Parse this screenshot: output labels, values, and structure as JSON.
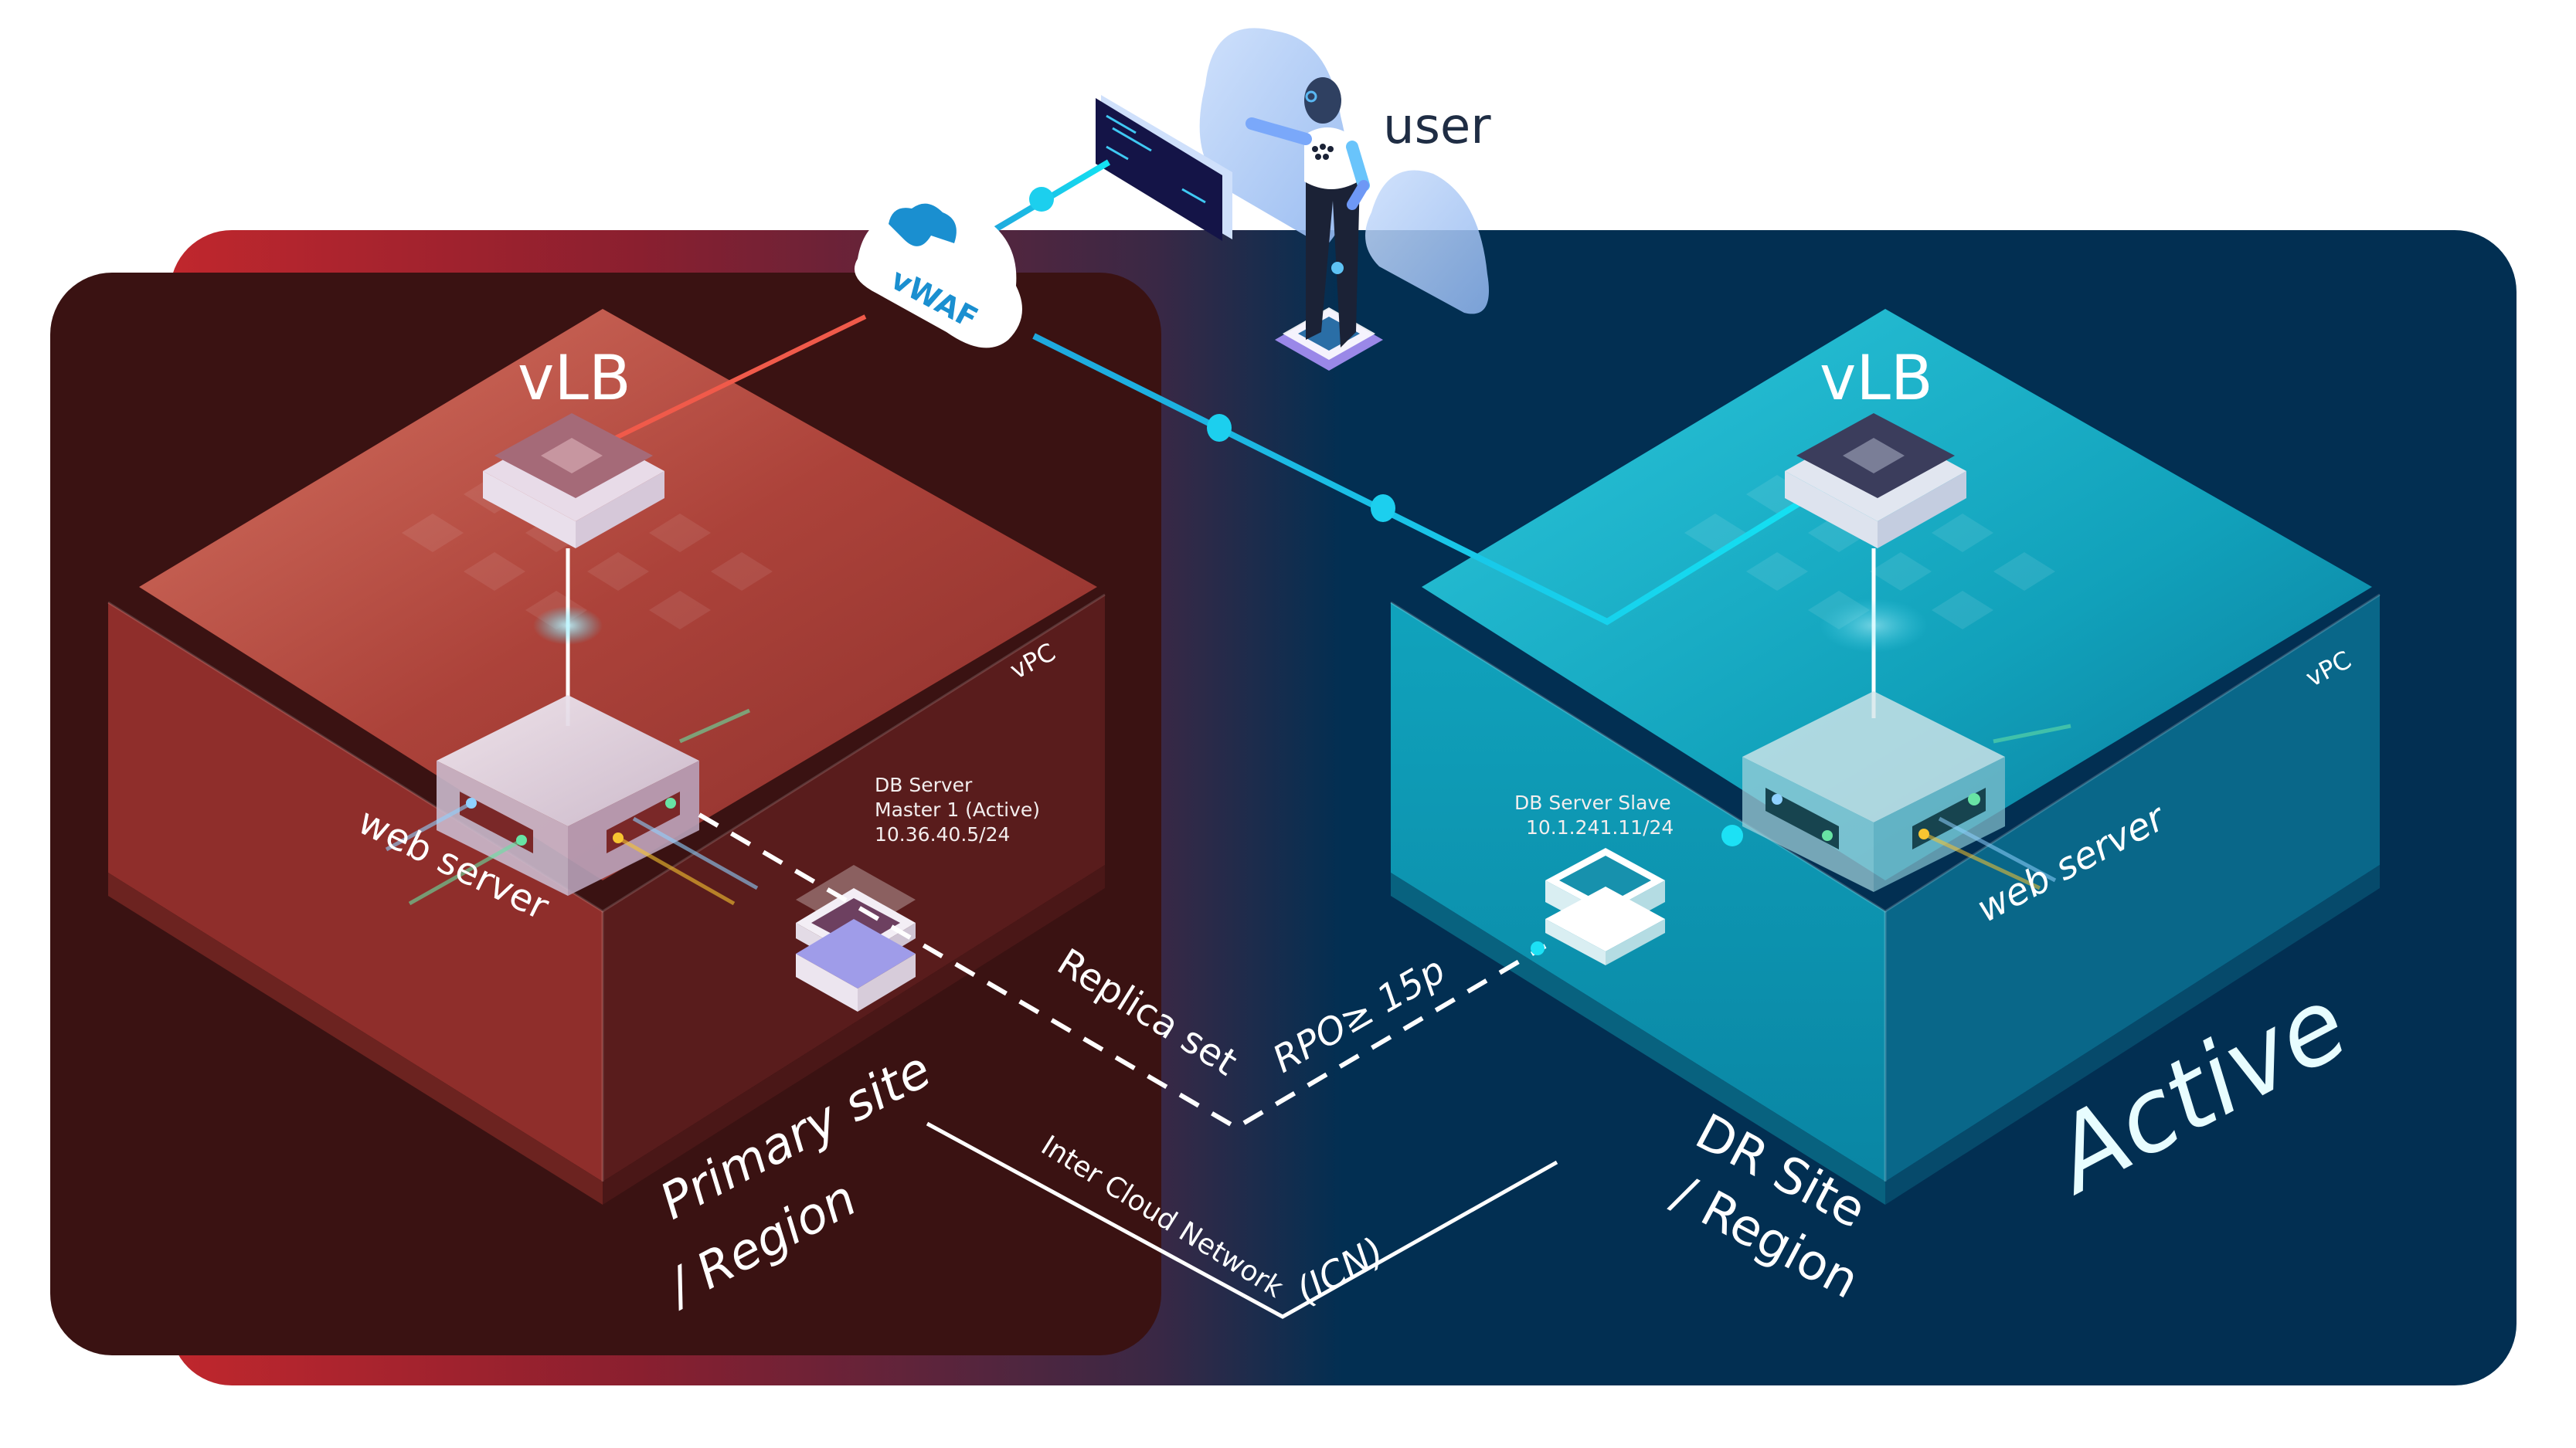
{
  "diagram": {
    "title_user": "user",
    "waf": {
      "label": "vWAF"
    },
    "primary": {
      "vlb_label": "vLB",
      "vpc_label": "vPC",
      "web_server_label": "web server",
      "db": {
        "line1": "DB Server",
        "line2": "Master 1 (Active)",
        "line3": "10.36.40.5/24"
      },
      "site_label_line1": "Primary site",
      "site_label_line2": "/ Region"
    },
    "dr": {
      "vlb_label": "vLB",
      "vpc_label": "vPC",
      "web_server_label": "web server",
      "db": {
        "line1": "DB Server Slave",
        "line2": "10.1.241.11/24"
      },
      "site_label_line1": "DR Site",
      "site_label_line2": "/ Region",
      "status_label": "Active"
    },
    "links": {
      "replica": "Replica set",
      "rpo": "RPO≥ 15p",
      "icn": "Inter Cloud Network",
      "icn_abbr": "(ICN)"
    },
    "colors": {
      "primary_dark": "#3a1212",
      "primary_red": "#c0272d",
      "primary_box": "#a6403a",
      "dr_navy": "#022f52",
      "dr_teal": "#10a9c4",
      "link_cyan": "#19c9ee",
      "link_red": "#f05a4a",
      "waf_blue": "#1a8fd0",
      "user_text": "#1f2d44"
    }
  }
}
